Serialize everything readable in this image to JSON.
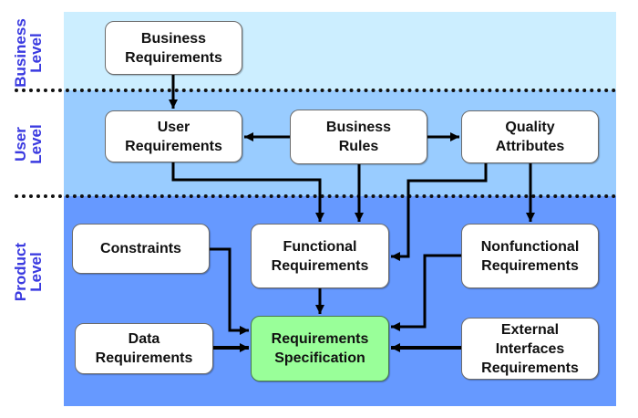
{
  "levels": [
    {
      "id": "business",
      "label": "Business\nLevel"
    },
    {
      "id": "user",
      "label": "User\nLevel"
    },
    {
      "id": "product",
      "label": "Product\nLevel"
    }
  ],
  "colors": {
    "business_band": "#cceeff",
    "user_band": "#99ccff",
    "product_band": "#6699ff",
    "node_fill": "#ffffff",
    "spec_fill": "#99ff99",
    "level_label": "#3a3ae0",
    "edge": "#000000"
  },
  "nodes": {
    "business_requirements": "Business\nRequirements",
    "user_requirements": "User\nRequirements",
    "business_rules": "Business\nRules",
    "quality_attributes": "Quality\nAttributes",
    "constraints": "Constraints",
    "functional_requirements": "Functional\nRequirements",
    "nonfunctional_requirements": "Nonfunctional\nRequirements",
    "data_requirements": "Data\nRequirements",
    "requirements_specification": "Requirements\nSpecification",
    "external_interfaces_requirements": "External\nInterfaces\nRequirements"
  },
  "edges": [
    {
      "from": "business_requirements",
      "to": "user_requirements"
    },
    {
      "from": "business_rules",
      "to": "user_requirements"
    },
    {
      "from": "business_rules",
      "to": "quality_attributes"
    },
    {
      "from": "user_requirements",
      "to": "functional_requirements"
    },
    {
      "from": "business_rules",
      "to": "functional_requirements"
    },
    {
      "from": "quality_attributes",
      "to": "functional_requirements"
    },
    {
      "from": "quality_attributes",
      "to": "nonfunctional_requirements"
    },
    {
      "from": "constraints",
      "to": "requirements_specification"
    },
    {
      "from": "functional_requirements",
      "to": "requirements_specification"
    },
    {
      "from": "nonfunctional_requirements",
      "to": "requirements_specification"
    },
    {
      "from": "data_requirements",
      "to": "requirements_specification"
    },
    {
      "from": "external_interfaces_requirements",
      "to": "requirements_specification"
    }
  ]
}
